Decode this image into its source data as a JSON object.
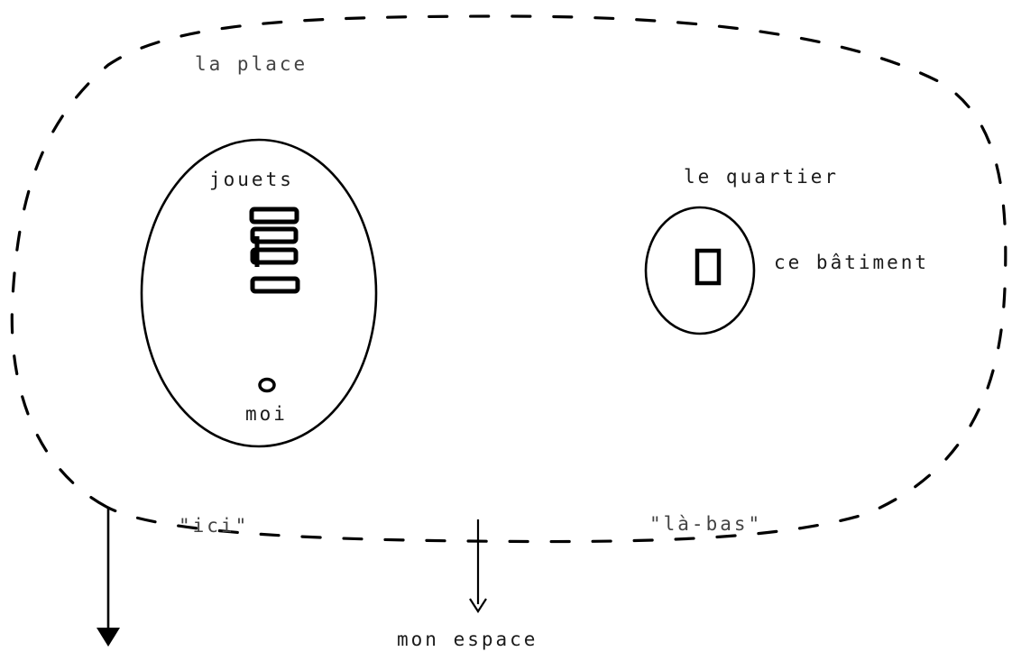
{
  "diagram": {
    "ink_color": "#000000",
    "background_color": "#ffffff",
    "labels": {
      "place": "la place",
      "toys": "jouets",
      "me": "moi",
      "neighborhood": "le quartier",
      "building": "ce bâtiment",
      "here": "\"ici\"",
      "over_there": "\"là-bas\"",
      "my_space": "mon espace"
    }
  }
}
